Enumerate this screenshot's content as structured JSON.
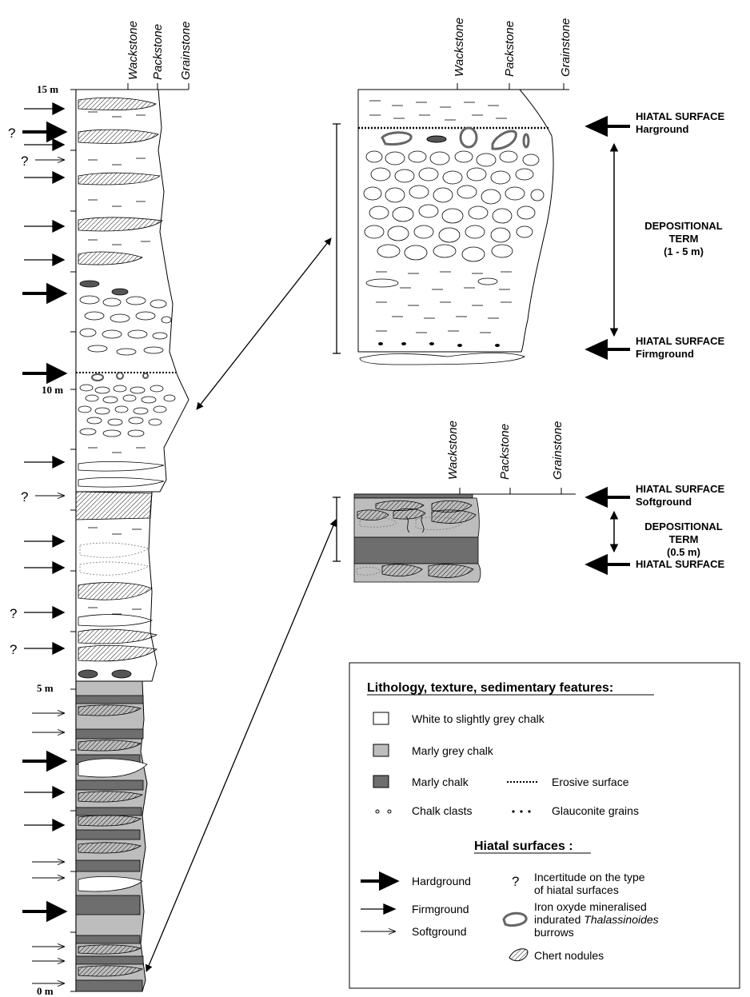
{
  "texture_axis": [
    "Wackstone",
    "Packstone",
    "Grainstone"
  ],
  "scale": {
    "top": "15 m",
    "mid": "10 m",
    "low": "5 m",
    "base": "0 m"
  },
  "hiatus_marker": "?",
  "upper_sequence": {
    "top_surface": {
      "title": "HIATAL SURFACE",
      "type": "Harground"
    },
    "term": {
      "line1": "DEPOSITIONAL",
      "line2": "TERM",
      "thickness": "(1 - 5 m)"
    },
    "base_surface": {
      "title": "HIATAL SURFACE",
      "type": "Firmground"
    }
  },
  "lower_sequence": {
    "top_surface": {
      "title": "HIATAL SURFACE",
      "type": "Softground"
    },
    "term": {
      "line1": "DEPOSITIONAL",
      "line2": "TERM",
      "thickness": "(0.5 m)"
    },
    "base_surface": {
      "title": "HIATAL SURFACE"
    }
  },
  "legend": {
    "title": "Lithology, texture, sedimentary features:",
    "white_chalk": "White to slightly grey chalk",
    "marly_grey_chalk": "Marly grey chalk",
    "marly_chalk": "Marly chalk",
    "erosive_surface": "Erosive surface",
    "chalk_clasts": "Chalk clasts",
    "glauconite": "Glauconite grains",
    "hiatal_title": "Hiatal surfaces :",
    "hardground": "Hardground",
    "firmground": "Firmground",
    "softground": "Softground",
    "incertitude": [
      "Incertitude on the type",
      "of hiatal surfaces"
    ],
    "burrows": [
      "Iron oxyde mineralised",
      "indurated ",
      "Thalassinoides",
      "burrows"
    ],
    "chert": "Chert nodules"
  },
  "colors": {
    "white_chalk": "#ffffff",
    "marly_grey_chalk": "#bdbdbd",
    "marly_chalk": "#6e6e6e",
    "ink": "#000000"
  }
}
